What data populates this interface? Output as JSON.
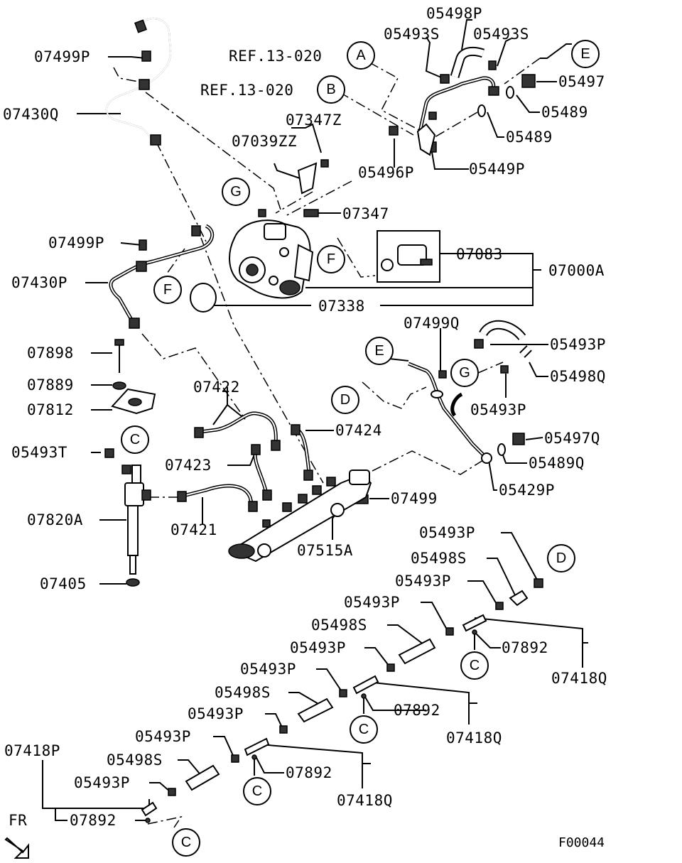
{
  "diagram": {
    "figure_code": "F00044",
    "direction_label": "FR",
    "labels": {
      "p05498P_top": "05498P",
      "p05493S_a": "05493S",
      "p05493S_b": "05493S",
      "ref_a": "REF.13-020",
      "ref_b": "REF.13-020",
      "p05497": "05497",
      "p05489_a": "05489",
      "p05489_b": "05489",
      "p05449P": "05449P",
      "p05496P": "05496P",
      "p07347Z": "07347Z",
      "p07039ZZ": "07039ZZ",
      "p07347": "07347",
      "p07499P_top": "07499P",
      "p07430Q": "07430Q",
      "p07499P_mid": "07499P",
      "p07430P": "07430P",
      "p07083": "07083",
      "p07000A": "07000A",
      "p07338": "07338",
      "p07499Q": "07499Q",
      "p05493P_g": "05493P",
      "p05498Q": "05498Q",
      "p05493P_e": "05493P",
      "p05497Q": "05497Q",
      "p05489Q": "05489Q",
      "p05429P": "05429P",
      "p07898": "07898",
      "p07889": "07889",
      "p07812": "07812",
      "p07422": "07422",
      "p07424": "07424",
      "p05493T": "05493T",
      "p07423": "07423",
      "p07499": "07499",
      "p07820A": "07820A",
      "p07421": "07421",
      "p07515A": "07515A",
      "p07405": "07405",
      "p05493P_l1": "05493P",
      "p05498S_l1": "05498S",
      "p05493P_l2": "05493P",
      "p05493P_l3": "05493P",
      "p05498S_l2": "05498S",
      "p05493P_l4": "05493P",
      "p07892_1": "07892",
      "p07418Q_1": "07418Q",
      "p05493P_l5": "05493P",
      "p05498S_l3": "05498S",
      "p05493P_l6": "05493P",
      "p07892_2": "07892",
      "p07418Q_2": "07418Q",
      "p05493P_l7": "05493P",
      "p05498S_l4": "05498S",
      "p05493P_l8": "05493P",
      "p07892_3": "07892",
      "p07418Q_3": "07418Q",
      "p07418P": "07418P",
      "p07892_4": "07892"
    },
    "callouts": {
      "A": "A",
      "B": "B",
      "E_top": "E",
      "G_top": "G",
      "F_left": "F",
      "F_pump": "F",
      "E_mid": "E",
      "G_mid": "G",
      "D_mid": "D",
      "C_inj": "C",
      "D_low": "D",
      "C1": "C",
      "C2": "C",
      "C3": "C",
      "C4": "C"
    }
  }
}
